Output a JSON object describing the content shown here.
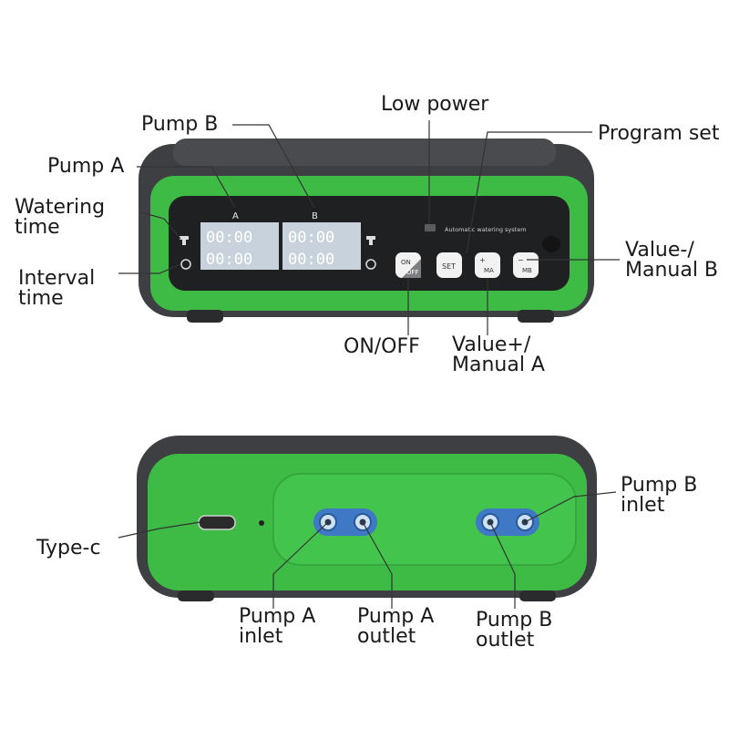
{
  "colors": {
    "green": "#3dbb45",
    "green_dark": "#2f9a37",
    "body": "#3e3f42",
    "body_dark": "#2a2b2d",
    "lcd": "#c7d2dc",
    "lcd_text": "#ffffff",
    "blue_port": "#3f78c4"
  },
  "labels": {
    "pump_b": "Pump B",
    "pump_a": "Pump A",
    "watering_time_1": "Watering",
    "watering_time_2": "time",
    "interval_time_1": "Interval",
    "interval_time_2": "time",
    "low_power": "Low power",
    "program_set": "Program set",
    "value_minus_1": "Value-/",
    "value_minus_2": "Manual B",
    "on_off": "ON/OFF",
    "value_plus_1": "Value+/",
    "value_plus_2": "Manual A",
    "type_c": "Type-c",
    "pump_b_inlet_1": "Pump B",
    "pump_b_inlet_2": "inlet",
    "pump_a_inlet_1": "Pump A",
    "pump_a_inlet_2": "inlet",
    "pump_a_outlet_1": "Pump A",
    "pump_a_outlet_2": "outlet",
    "pump_b_outlet_1": "Pump B",
    "pump_b_outlet_2": "outlet"
  },
  "device": {
    "channel_a": "A",
    "channel_b": "B",
    "brand": "Automatic watering system",
    "lcd_a_top": "00:00",
    "lcd_a_bottom": "00:00",
    "lcd_b_top": "00:00",
    "lcd_b_bottom": "00:00",
    "btn_on": "ON",
    "btn_off": "OFF",
    "btn_set": "SET",
    "btn_plus": "+",
    "btn_ma": "MA",
    "btn_minus": "−",
    "btn_mb": "MB"
  }
}
